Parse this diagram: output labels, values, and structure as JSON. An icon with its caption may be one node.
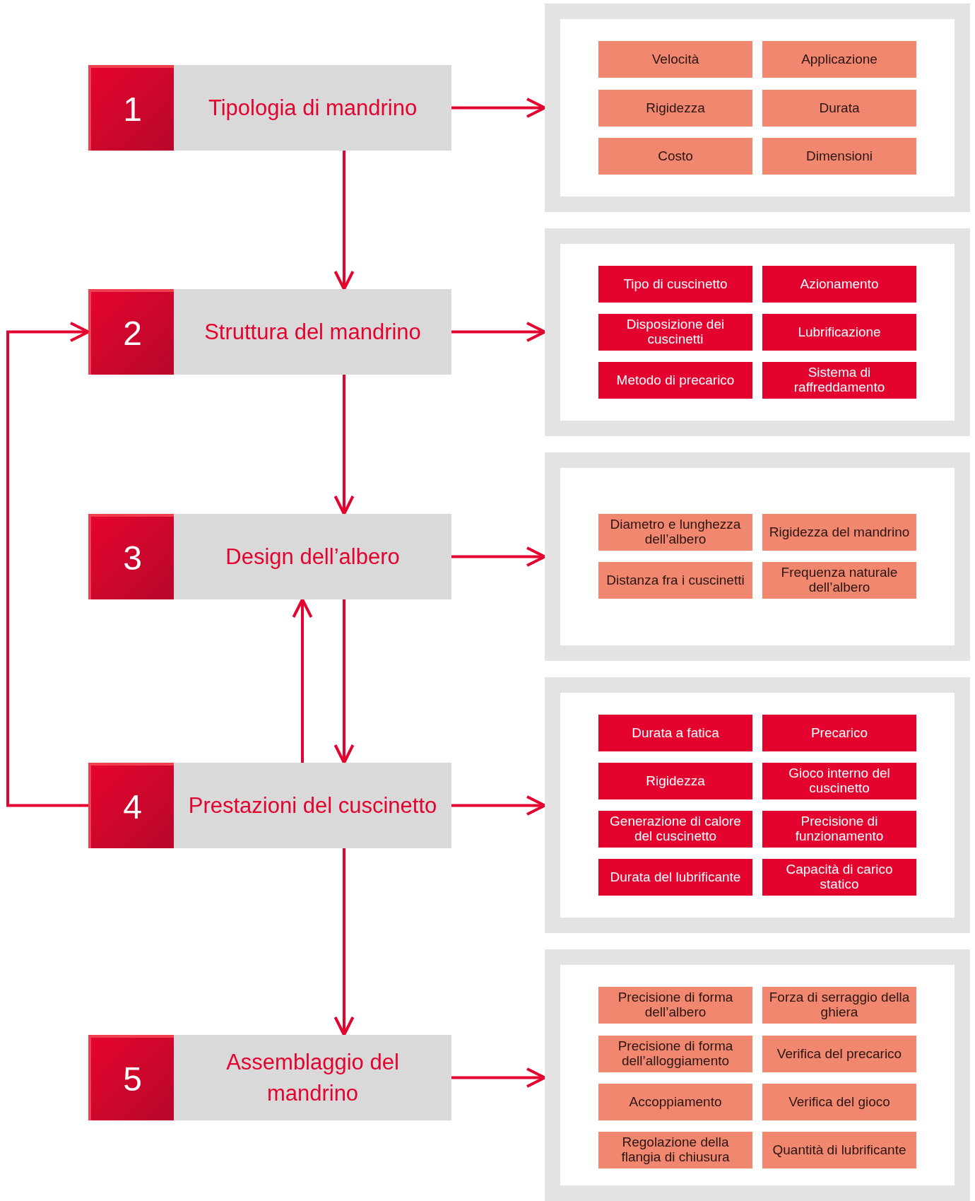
{
  "diagram": {
    "nodes": [
      {
        "text": [
          "1",
          "Tipologia di mandrino"
        ]
      },
      {
        "text": [],
        "shape": "box"
      },
      {
        "text": [
          "Velocità"
        ],
        "in": 1
      },
      {
        "text": [
          "Applicazione"
        ],
        "in": 1
      },
      {
        "text": [
          "Rigidezza"
        ],
        "in": 1
      },
      {
        "text": [
          "Durata"
        ],
        "in": 1
      },
      {
        "text": [
          "Costo"
        ],
        "in": 1
      },
      {
        "text": [
          "Dimensioni"
        ],
        "in": 1
      },
      {
        "text": [
          "2",
          "Struttura del mandrino"
        ]
      },
      {
        "text": [],
        "shape": "box"
      },
      {
        "text": [
          "Tipo di cuscinetto"
        ],
        "in": 9
      },
      {
        "text": [
          "Azionamento"
        ],
        "in": 9
      },
      {
        "text": [
          "Disposizione dei cuscinetti"
        ],
        "in": 9
      },
      {
        "text": [
          "Lubrificazione"
        ],
        "in": 9
      },
      {
        "text": [
          "Metodo di precarico"
        ],
        "in": 9
      },
      {
        "text": [
          "Sistema di raffreddamento"
        ],
        "in": 9
      },
      {
        "text": [
          "3",
          "Design dell’albero"
        ]
      },
      {
        "text": [],
        "shape": "box"
      },
      {
        "text": [
          "Diametro e lunghezza dell’albero"
        ],
        "in": 17
      },
      {
        "text": [
          "Rigidezza del mandrino"
        ],
        "in": 17
      },
      {
        "text": [
          "Distanza fra i cuscinetti"
        ],
        "in": 17
      },
      {
        "text": [
          "Frequenza naturale dell’albero"
        ],
        "in": 17
      },
      {
        "text": [
          "4",
          "Prestazioni del cuscinetto"
        ]
      },
      {
        "text": [],
        "shape": "box"
      },
      {
        "text": [
          "Durata a fatica"
        ],
        "in": 23
      },
      {
        "text": [
          "Precarico"
        ],
        "in": 23
      },
      {
        "text": [
          "Rigidezza"
        ],
        "in": 23
      },
      {
        "text": [
          "Gioco interno del cuscinetto"
        ],
        "in": 23
      },
      {
        "text": [
          "Generazione di calore del cuscinetto"
        ],
        "in": 23
      },
      {
        "text": [
          "Precisione di funzionamento"
        ],
        "in": 23
      },
      {
        "text": [
          "Durata del lubrificante"
        ],
        "in": 23
      },
      {
        "text": [
          "Capacità di carico statico"
        ],
        "in": 23
      },
      {
        "text": [
          "5",
          "Assemblaggio del mandrino"
        ]
      },
      {
        "text": [],
        "shape": "box"
      },
      {
        "text": [
          "Precisione di forma dell’albero"
        ],
        "in": 33
      },
      {
        "text": [
          "Forza di serraggio della ghiera"
        ],
        "in": 33
      },
      {
        "text": [
          "Precisione di forma dell’alloggiamento"
        ],
        "in": 33
      },
      {
        "text": [
          "Verifica del precarico"
        ],
        "in": 33
      },
      {
        "text": [
          "Accoppiamento"
        ],
        "in": 33
      },
      {
        "text": [
          "Verifica del gioco"
        ],
        "in": 33
      },
      {
        "text": [
          "Regolazione della flangia di chiusura"
        ],
        "in": 33
      },
      {
        "text": [
          "Quantità di lubrificante"
        ],
        "in": 33
      }
    ],
    "edges": [
      {
        "from": 0,
        "to": 8,
        "arrow": "to"
      },
      {
        "from": 8,
        "to": 16,
        "arrow": "to"
      },
      {
        "from": 16,
        "to": 22,
        "arrow": "to"
      },
      {
        "from": 22,
        "to": 16,
        "arrow": "to"
      },
      {
        "from": 22,
        "to": 32,
        "arrow": "to"
      },
      {
        "from": 22,
        "to": 8,
        "arrow": "to"
      },
      {
        "from": 0,
        "to": 1,
        "arrow": "to"
      },
      {
        "from": 8,
        "to": 9,
        "arrow": "to"
      },
      {
        "from": 16,
        "to": 17,
        "arrow": "to"
      },
      {
        "from": 22,
        "to": 23,
        "arrow": "to"
      },
      {
        "from": 32,
        "to": 33,
        "arrow": "to"
      }
    ]
  }
}
